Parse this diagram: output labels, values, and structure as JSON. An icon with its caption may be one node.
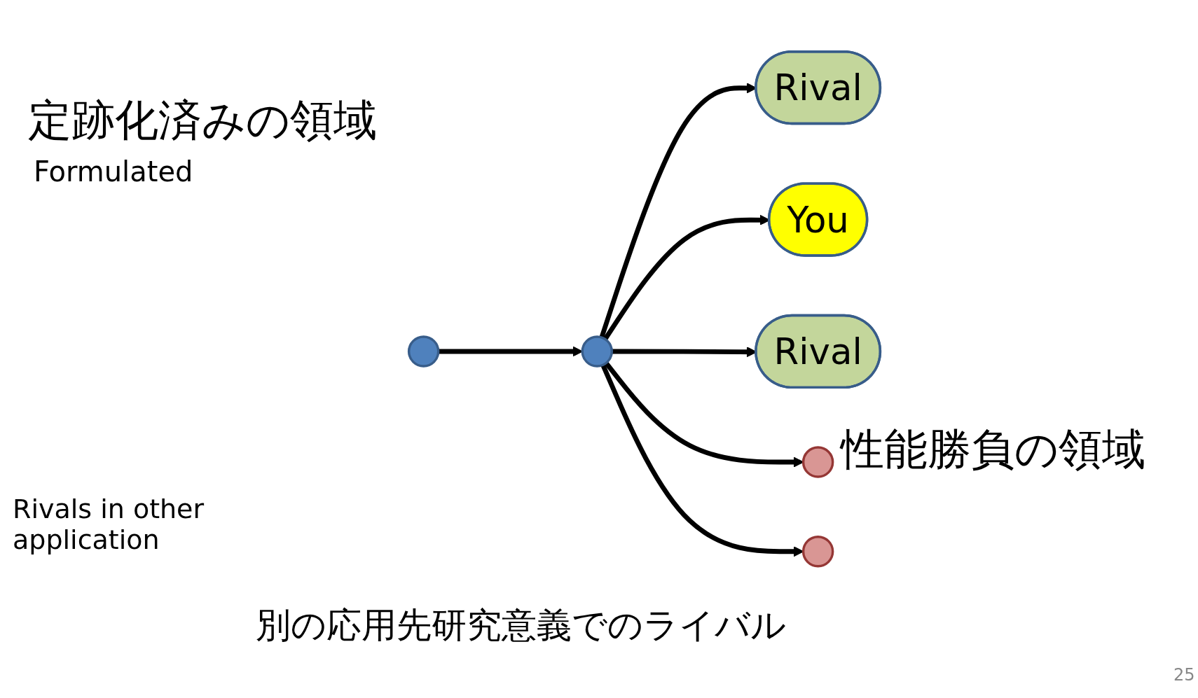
{
  "diagram": {
    "nodes": [
      {
        "text": [],
        "shape": "circle"
      },
      {
        "text": [],
        "shape": "circle"
      },
      {
        "text": [
          "Rival"
        ]
      },
      {
        "text": [
          "You"
        ]
      },
      {
        "text": [
          "Rival"
        ]
      },
      {
        "text": [],
        "shape": "circle"
      },
      {
        "text": [],
        "shape": "circle"
      }
    ],
    "edges": [
      {
        "from": 0,
        "to": 1,
        "arrow": "to"
      },
      {
        "from": 1,
        "to": 2,
        "arrow": "to"
      },
      {
        "from": 1,
        "to": 3,
        "arrow": "to"
      },
      {
        "from": 1,
        "to": 4,
        "arrow": "to"
      },
      {
        "from": 1,
        "to": 5,
        "arrow": "to"
      },
      {
        "from": 1,
        "to": 6,
        "arrow": "to"
      }
    ],
    "labels": [
      "定跡化済みの領域",
      "Formulated",
      "性能勝負の領域",
      "Rivals in other application",
      "別の応用先研究意義でのライバル",
      "25"
    ]
  }
}
